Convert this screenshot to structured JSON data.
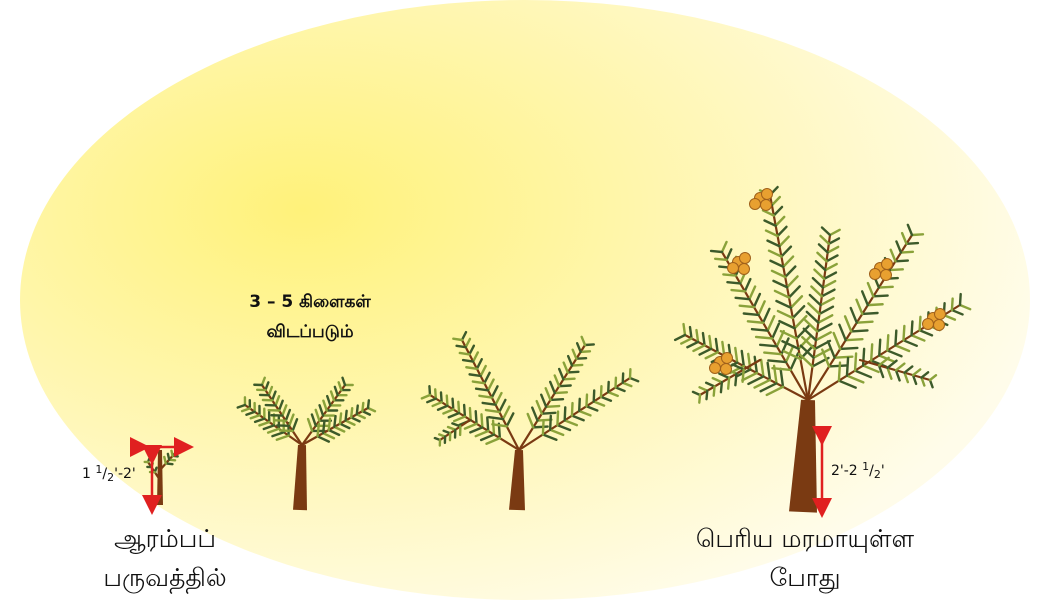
{
  "stages": [
    {
      "id": "stage-1",
      "caption_line1": "ஆரம்பப்",
      "caption_line2": "பருவத்தில்",
      "height": {
        "whole": "1",
        "num": "1",
        "den": "2",
        "suffix": "'-2'"
      }
    },
    {
      "id": "stage-2",
      "caption_line1": "3 – 5  கிளைகள்",
      "caption_line2": "விடப்படும்"
    },
    {
      "id": "stage-3"
    },
    {
      "id": "stage-4",
      "caption_line1": "பெரிய  மரமாயுள்ள",
      "caption_line2": "போது",
      "height": {
        "prefix": "2'-2",
        "num": "1",
        "den": "2",
        "suffix": "'"
      }
    }
  ],
  "colors": {
    "background_glow": "#fff7a0",
    "background_edge": "#fffde0",
    "trunk": "#7a3a12",
    "leaf_dark": "#3c5a2a",
    "leaf_light": "#8aa23a",
    "arrow": "#e02020",
    "fruit": "#e8a030"
  }
}
